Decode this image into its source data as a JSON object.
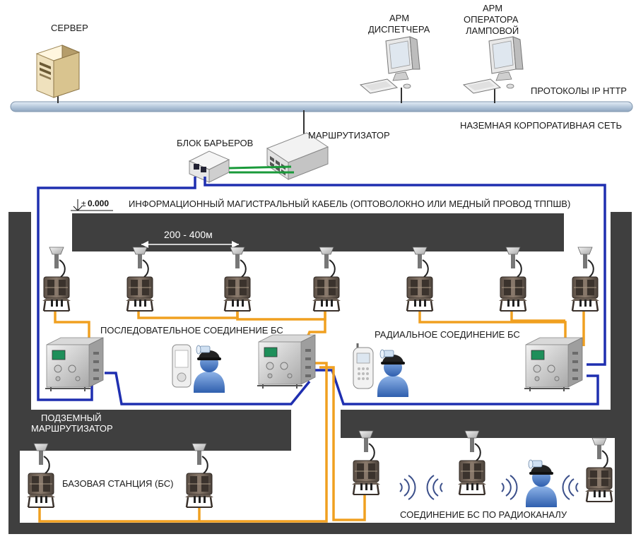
{
  "labels": {
    "server": "СЕРВЕР",
    "arm_dispatcher_1": "АРМ",
    "arm_dispatcher_2": "ДИСПЕТЧЕРА",
    "arm_operator_1": "АРМ",
    "arm_operator_2": "ОПЕРАТОРА",
    "arm_operator_3": "ЛАМПОВОЙ",
    "protocols": "ПРОТОКОЛЫ IP HTTP",
    "corporate_network": "НАЗЕМНАЯ КОРПОРАТИВНАЯ СЕТЬ",
    "router": "МАРШРУТИЗАТОР",
    "barrier_block": "БЛОК БАРЬЕРОВ",
    "level_sign": "±",
    "level_value": "0.000",
    "backbone_cable": "ИНФОРМАЦИОННЫЙ МАГИСТРАЛЬНЫЙ КАБЕЛЬ (ОПТОВОЛОКНО ИЛИ МЕДНЫЙ ПРОВОД ТППШВ)",
    "distance": "200 - 400м",
    "serial_connection": "ПОСЛЕДОВАТЕЛЬНОЕ СОЕДИНЕНИЕ БС",
    "radial_connection": "РАДИАЛЬНОЕ СОЕДИНЕНИЕ БС",
    "underground_router_1": "ПОДЗЕМНЫЙ",
    "underground_router_2": "МАРШРУТИЗАТОР",
    "base_station": "БАЗОВАЯ СТАНЦИЯ (БС)",
    "radio_connection": "СОЕДИНЕНИЕ БС ПО РАДИОКАНАЛУ"
  },
  "colors": {
    "tunnel": "#3f3f3f",
    "backbone": "#1f2fb0",
    "bs_link": "#f0a020",
    "router_link": "#1a9a3a",
    "network_bus": "#b7c9dc"
  },
  "icons": {
    "server": "server-tower-icon",
    "workstation": "desktop-computer-icon",
    "router": "network-switch-icon",
    "barrier": "barrier-box-icon",
    "base_station": "base-station-icon",
    "underground_router": "explosion-proof-router-icon",
    "miner": "miner-avatar-icon",
    "pda": "pda-icon",
    "radio_handset": "radio-handset-icon",
    "radio_wave": "radio-wave-icon"
  }
}
